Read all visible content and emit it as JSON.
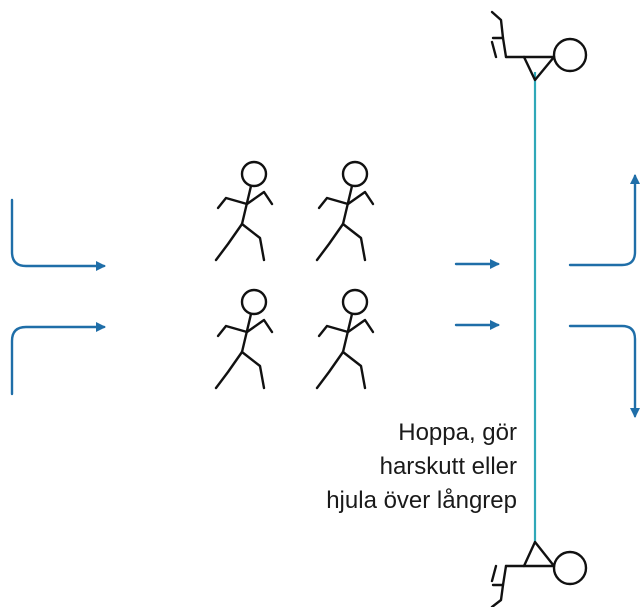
{
  "colors": {
    "arrow": "#1f6ea8",
    "rope": "#2fa8b8",
    "figure": "#111111"
  },
  "caption": {
    "line1": "Hoppa, gör",
    "line2": "harskutt eller",
    "line3": "hjula över långrep"
  }
}
